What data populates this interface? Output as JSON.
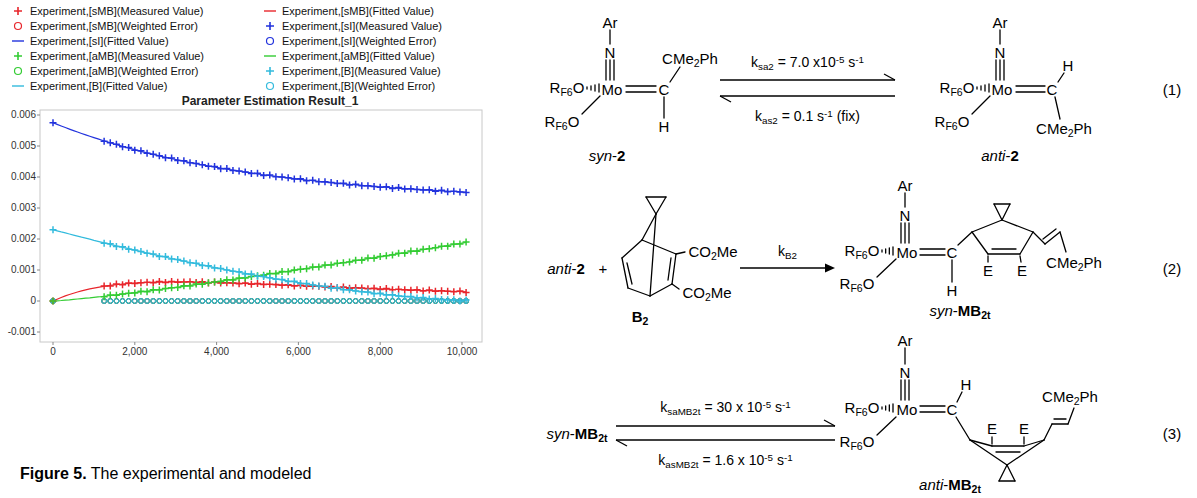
{
  "diagram": {
    "title": "Parameter Estimation Result_1",
    "caption": "Figure 5. The experimental and modeled",
    "nodes": [
      {
        "text": [
          "Ar",
          "N",
          "RF6O",
          "Mo",
          "RF6O",
          "C",
          "CMe2Ph",
          "H",
          "syn-2"
        ]
      },
      {
        "text": [
          "Ar",
          "N",
          "RF6O",
          "Mo",
          "H",
          "RF6O",
          "C",
          "CMe2Ph",
          "anti-2"
        ]
      },
      {
        "text": [
          "CO2Me",
          "CO2Me",
          "B2"
        ]
      },
      {
        "text": [
          "Ar",
          "N",
          "RF6O",
          "Mo",
          "RF6O",
          "C",
          "E",
          "E",
          "H",
          "CMe2Ph",
          "syn-MB2t"
        ]
      },
      {
        "text": [
          "syn-MB2t"
        ]
      },
      {
        "text": [
          "Ar",
          "N",
          "RF6O",
          "Mo",
          "H",
          "E",
          "E",
          "CMe2Ph",
          "RF6O",
          "C",
          "anti-MB2t"
        ]
      }
    ],
    "edges": [
      {
        "from": 0,
        "to": 1,
        "arrow": "to",
        "label": "ksa2 = 7.0 x10-5 s-1"
      },
      {
        "from": 1,
        "to": 0,
        "arrow": "to",
        "label": "kas2 = 0.1 s-1 (fix)"
      },
      {
        "from": 2,
        "to": 3,
        "arrow": "to",
        "label": "kB2"
      },
      {
        "from": 4,
        "to": 5,
        "arrow": "to",
        "label": "ksaMB2t = 30 x 10-5 s-1"
      },
      {
        "from": 5,
        "to": 4,
        "arrow": "to",
        "label": "kasMB2t = 1.6 x 10-5 s-1"
      }
    ],
    "labels": [
      "0.006",
      "0.005",
      "0.004",
      "0.003",
      "0.002",
      "0.001",
      "0",
      "-0.001",
      "0",
      "2,000",
      "4,000",
      "6,000",
      "8,000",
      "10,000",
      "anti-2",
      "+",
      "(1)",
      "(2)",
      "(3)"
    ],
    "legend": [
      {
        "text": "Experiment,[sMB](Measured Value)"
      },
      {
        "text": "Experiment,[sMB](Fitted Value)"
      },
      {
        "text": "Experiment,[sMB](Weighted Error)"
      },
      {
        "text": "Experiment,[sI](Measured Value)"
      },
      {
        "text": "Experiment,[sI](Fitted Value)"
      },
      {
        "text": "Experiment,[sI](Weighted Error)"
      },
      {
        "text": "Experiment,[aMB](Measured Value)"
      },
      {
        "text": "Experiment,[aMB](Fitted Value)"
      },
      {
        "text": "Experiment,[aMB](Weighted Error)"
      },
      {
        "text": "Experiment,[B](Measured Value)"
      },
      {
        "text": "Experiment,[B](Fitted Value)"
      },
      {
        "text": "Experiment,[B](Weighted Error)"
      }
    ]
  }
}
